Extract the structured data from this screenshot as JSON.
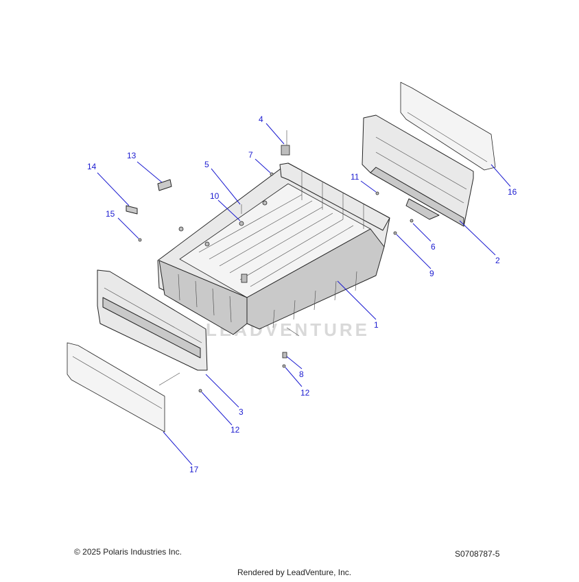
{
  "watermark": "LEADVENTURE",
  "footer": {
    "copyright": "© 2025 Polaris Industries Inc.",
    "reference_code": "S0708787-5",
    "rendered_by": "Rendered by LeadVenture, Inc."
  },
  "callouts": {
    "c1": "1",
    "c2": "2",
    "c3": "3",
    "c4": "4",
    "c5": "5",
    "c6": "6",
    "c7": "7",
    "c8": "8",
    "c9": "9",
    "c10": "10",
    "c11": "11",
    "c12a": "12",
    "c12b": "12",
    "c13": "13",
    "c14": "14",
    "c15": "15",
    "c16": "16",
    "c17": "17"
  },
  "colors": {
    "callout": "#1a1ad0",
    "line_art": "#222222",
    "part_fill": "#e9e9e9"
  }
}
